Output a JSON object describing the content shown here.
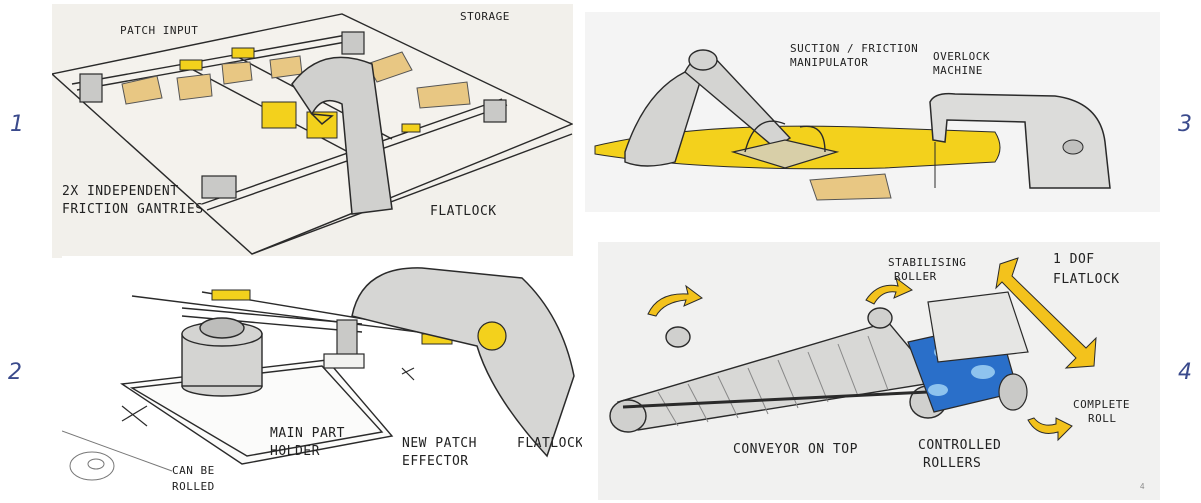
{
  "panel_numbers": [
    "1",
    "2",
    "3",
    "4"
  ],
  "panel1": {
    "labels": {
      "patch_input": "PATCH INPUT",
      "storage": "STORAGE",
      "gantries_line1": "2X INDEPENDENT",
      "gantries_line2": "FRICTION GANTRIES",
      "flatlock": "FLATLOCK"
    }
  },
  "panel2": {
    "labels": {
      "holder_line1": "MAIN PART",
      "holder_line2": "HOLDER",
      "effector_line1": "NEW PATCH",
      "effector_line2": "EFFECTOR",
      "flatlock": "FLATLOCK",
      "rolled_line1": "CAN BE",
      "rolled_line2": "ROLLED"
    }
  },
  "panel3": {
    "labels": {
      "manip_line1": "SUCTION / FRICTION",
      "manip_line2": "MANIPULATOR",
      "overlock_line1": "OVERLOCK",
      "overlock_line2": "MACHINE"
    }
  },
  "panel4": {
    "labels": {
      "stab_line1": "STABILISING",
      "stab_line2": "ROLLER",
      "dof_line1": "1 DOF",
      "dof_line2": "FLATLOCK",
      "complete_line1": "COMPLETE",
      "complete_line2": "ROLL",
      "conveyor": "CONVEYOR  ON  TOP",
      "controlled_line1": "CONTROLLED",
      "controlled_line2": "ROLLERS"
    }
  },
  "page_number": "4",
  "colors": {
    "paper": "#f3f1ec",
    "yellow": "#f3d11c",
    "grey": "#c9c9c7",
    "blue": "#2a6fc9",
    "ink": "#2a2a2a"
  }
}
